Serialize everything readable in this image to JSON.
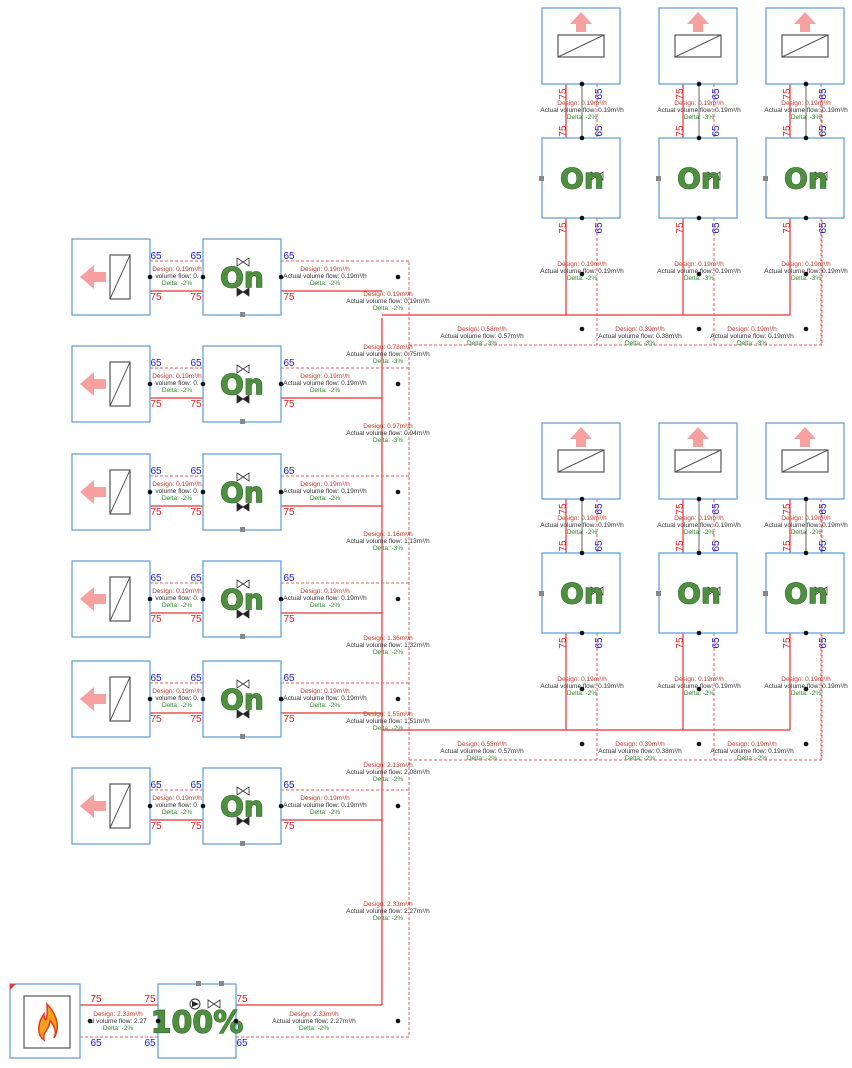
{
  "temperatures": {
    "supply": "75",
    "return": "65"
  },
  "valve_state": "On",
  "pump_level": "100%",
  "source": {
    "design": "Design: 2.33m³/h",
    "actual": "al volume flow: 2.27",
    "delta": "Delta: -2%"
  },
  "pump_flow": {
    "design": "Design: 2.33m³/h",
    "actual": "Actual volume flow: 2.27m³/h",
    "delta": "Delta: -2%"
  },
  "riser": [
    {
      "design": "Design: 0.19m³/h",
      "actual": "Actual volume flow: 0.19m³/h",
      "delta": "Delta: -2%"
    },
    {
      "design": "Design: 0.78m³/h",
      "actual": "Actual volume flow: 0.75m³/h",
      "delta": "Delta: -3%"
    },
    {
      "design": "Design: 0.97m³/h",
      "actual": "Actual volume flow: 0.94m³/h",
      "delta": "Delta: -3%"
    },
    {
      "design": "Design: 1.16m³/h",
      "actual": "Actual volume flow: 1.13m³/h",
      "delta": "Delta: -3%"
    },
    {
      "design": "Design: 1.36m³/h",
      "actual": "Actual volume flow: 1.32m³/h",
      "delta": "Delta: -2%"
    },
    {
      "design": "Design: 1.55m³/h",
      "actual": "Actual volume flow: 1.51m³/h",
      "delta": "Delta: -2%"
    },
    {
      "design": "Design: 2.13m³/h",
      "actual": "Actual volume flow: 2.08m³/h",
      "delta": "Delta: -2%"
    },
    {
      "design": "Design: 2.33m³/h",
      "actual": "Actual volume flow: 2.27m³/h",
      "delta": "Delta: -2%"
    }
  ],
  "left_rows": [
    {
      "left": {
        "design": "Design: 0.19m³/h",
        "actual": "volume flow: 0.",
        "delta": "Delta: -2%"
      },
      "right": {
        "design": "Design: 0.19m³/h",
        "actual": "Actual volume flow: 0.19m³/h",
        "delta": "Delta: -2%"
      }
    },
    {
      "left": {
        "design": "Design: 0.19m³/h",
        "actual": "volume flow: 0.",
        "delta": "Delta: -2%"
      },
      "right": {
        "design": "Design: 0.19m³/h",
        "actual": "Actual volume flow: 0.19m³/h",
        "delta": "Delta: -2%"
      }
    },
    {
      "left": {
        "design": "Design: 0.19m³/h",
        "actual": "volume flow: 0.",
        "delta": "Delta: -2%"
      },
      "right": {
        "design": "Design: 0.19m³/h",
        "actual": "Actual volume flow: 0.19m³/h",
        "delta": "Delta: -2%"
      }
    },
    {
      "left": {
        "design": "Design: 0.19m³/h",
        "actual": "volume flow: 0.",
        "delta": "Delta: -2%"
      },
      "right": {
        "design": "Design: 0.19m³/h",
        "actual": "Actual volume flow: 0.19m³/h",
        "delta": "Delta: -2%"
      }
    },
    {
      "left": {
        "design": "Design: 0.19m³/h",
        "actual": "volume flow: 0.",
        "delta": "Delta: -2%"
      },
      "right": {
        "design": "Design: 0.19m³/h",
        "actual": "Actual volume flow: 0.19m³/h",
        "delta": "Delta: -2%"
      }
    },
    {
      "left": {
        "design": "Design: 0.19m³/h",
        "actual": "volume flow: 0.",
        "delta": "Delta: -2%"
      },
      "right": {
        "design": "Design: 0.19m³/h",
        "actual": "Actual volume flow: 0.19m³/h",
        "delta": "Delta: -2%"
      }
    }
  ],
  "top_groups": [
    {
      "columns": [
        {
          "upper": {
            "design": "Design: 0.19m³/h",
            "actual": "Actual volume flow: 0.19m³/h",
            "delta": "Delta: -2%"
          },
          "lower": {
            "design": "Design: 0.19m³/h",
            "actual": "Actual volume flow: 0.19m³/h",
            "delta": "Delta: -2%"
          }
        },
        {
          "upper": {
            "design": "Design: 0.19m³/h",
            "actual": "Actual volume flow: 0.19m³/h",
            "delta": "Delta: -3%"
          },
          "lower": {
            "design": "Design: 0.19m³/h",
            "actual": "Actual volume flow: 0.19m³/h",
            "delta": "Delta: -3%"
          }
        },
        {
          "upper": {
            "design": "Design: 0.19m³/h",
            "actual": "Actual volume flow: 0.19m³/h",
            "delta": "Delta: -3%"
          },
          "lower": {
            "design": "Design: 0.19m³/h",
            "actual": "Actual volume flow: 0.19m³/h",
            "delta": "Delta: -3%"
          }
        }
      ],
      "header": [
        {
          "design": "Design: 0.58m³/h",
          "actual": "Actual volume flow: 0.57m³/h",
          "delta": "Delta: -3%"
        },
        {
          "design": "Design: 0.39m³/h",
          "actual": "Actual volume flow: 0.38m³/h",
          "delta": "Delta: -3%"
        },
        {
          "design": "Design: 0.19m³/h",
          "actual": "Actual volume flow: 0.19m³/h",
          "delta": "Delta: -3%"
        }
      ]
    },
    {
      "columns": [
        {
          "upper": {
            "design": "Design: 0.19m³/h",
            "actual": "Actual volume flow: 0.19m³/h",
            "delta": "Delta: -2%"
          },
          "lower": {
            "design": "Design: 0.19m³/h",
            "actual": "Actual volume flow: 0.19m³/h",
            "delta": "Delta: -2%"
          }
        },
        {
          "upper": {
            "design": "Design: 0.19m³/h",
            "actual": "Actual volume flow: 0.19m³/h",
            "delta": "Delta: -2%"
          },
          "lower": {
            "design": "Design: 0.19m³/h",
            "actual": "Actual volume flow: 0.19m³/h",
            "delta": "Delta: -2%"
          }
        },
        {
          "upper": {
            "design": "Design: 0.19m³/h",
            "actual": "Actual volume flow: 0.19m³/h",
            "delta": "Delta: -2%"
          },
          "lower": {
            "design": "Design: 0.19m³/h",
            "actual": "Actual volume flow: 0.19m³/h",
            "delta": "Delta: -2%"
          }
        }
      ],
      "header": [
        {
          "design": "Design: 0.58m³/h",
          "actual": "Actual volume flow: 0.57m³/h",
          "delta": "Delta: -2%"
        },
        {
          "design": "Design: 0.39m³/h",
          "actual": "Actual volume flow: 0.38m³/h",
          "delta": "Delta: -2%"
        },
        {
          "design": "Design: 0.19m³/h",
          "actual": "Actual volume flow: 0.19m³/h",
          "delta": "Delta: -2%"
        }
      ]
    }
  ],
  "colors": {
    "supply_pipe": "#e63030",
    "return_pipe": "#e06060",
    "box_border": "#5b9bd5",
    "radiator_arrow": "#f6a0a0",
    "on_text": "#4f8f3f"
  }
}
